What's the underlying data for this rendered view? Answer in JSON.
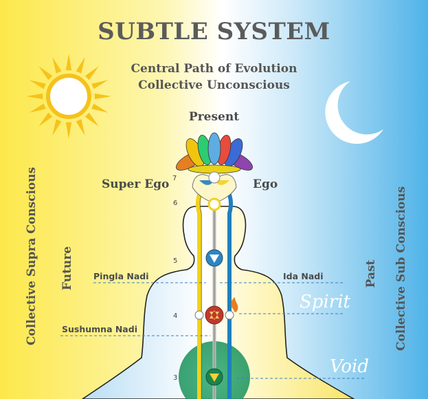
{
  "title": "SUBTLE SYSTEM",
  "subtitle_line1": "Central Path of Evolution",
  "subtitle_line2": "Collective Unconscious",
  "present": "Present",
  "super_ego": "Super Ego",
  "ego": "Ego",
  "future": "Future",
  "past": "Past",
  "collective_supra": "Collective Supra Conscious",
  "collective_sub": "Collective Sub Conscious",
  "pingla_nadi": "Pingla Nadi",
  "ida_nadi": "Ida Nadi",
  "sushumna_nadi": "Sushumna Nadi",
  "spirit": "Spirit",
  "void": "Void",
  "numbers": {
    "n7": "7",
    "n6": "6",
    "n5": "5",
    "n4": "4",
    "n3": "3"
  },
  "colors": {
    "left_bg": "#fde84a",
    "center_bg": "#ffffff",
    "right_bg": "#4fb3e8",
    "sun": "#f6c21a",
    "body_fill": "#fdf6c8",
    "left_channel": "#f2d21d",
    "right_channel": "#1e7fbf",
    "void": "#2e9f6a"
  }
}
